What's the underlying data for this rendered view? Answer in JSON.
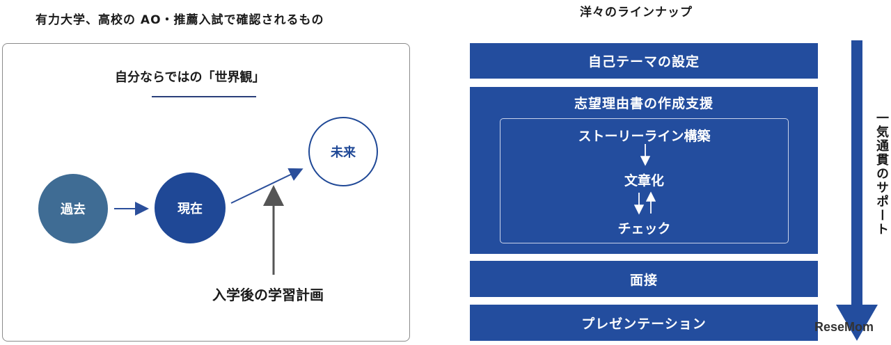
{
  "left": {
    "title": "有力大学、高校の AO・推薦入試で確認されるもの",
    "worldview": "自分ならではの「世界観」",
    "past": "過去",
    "present": "現在",
    "future": "未来",
    "plan": "入学後の学習計画"
  },
  "right": {
    "title": "洋々のラインナップ",
    "step1": "自己テーマの設定",
    "step2": "志望理由書の作成支援",
    "storyline": "ストーリーライン構築",
    "writing": "文章化",
    "check": "チェック",
    "step3": "面接",
    "step4": "プレゼンテーション",
    "side_label": "一気通貫のサポート"
  },
  "logo": "ReseMom",
  "colors": {
    "navy": "#234d9e",
    "past_circle": "#3f6c94",
    "present_circle": "#1f4896",
    "arrow_blue": "#2b4f9b",
    "arrow_gray": "#555555"
  }
}
